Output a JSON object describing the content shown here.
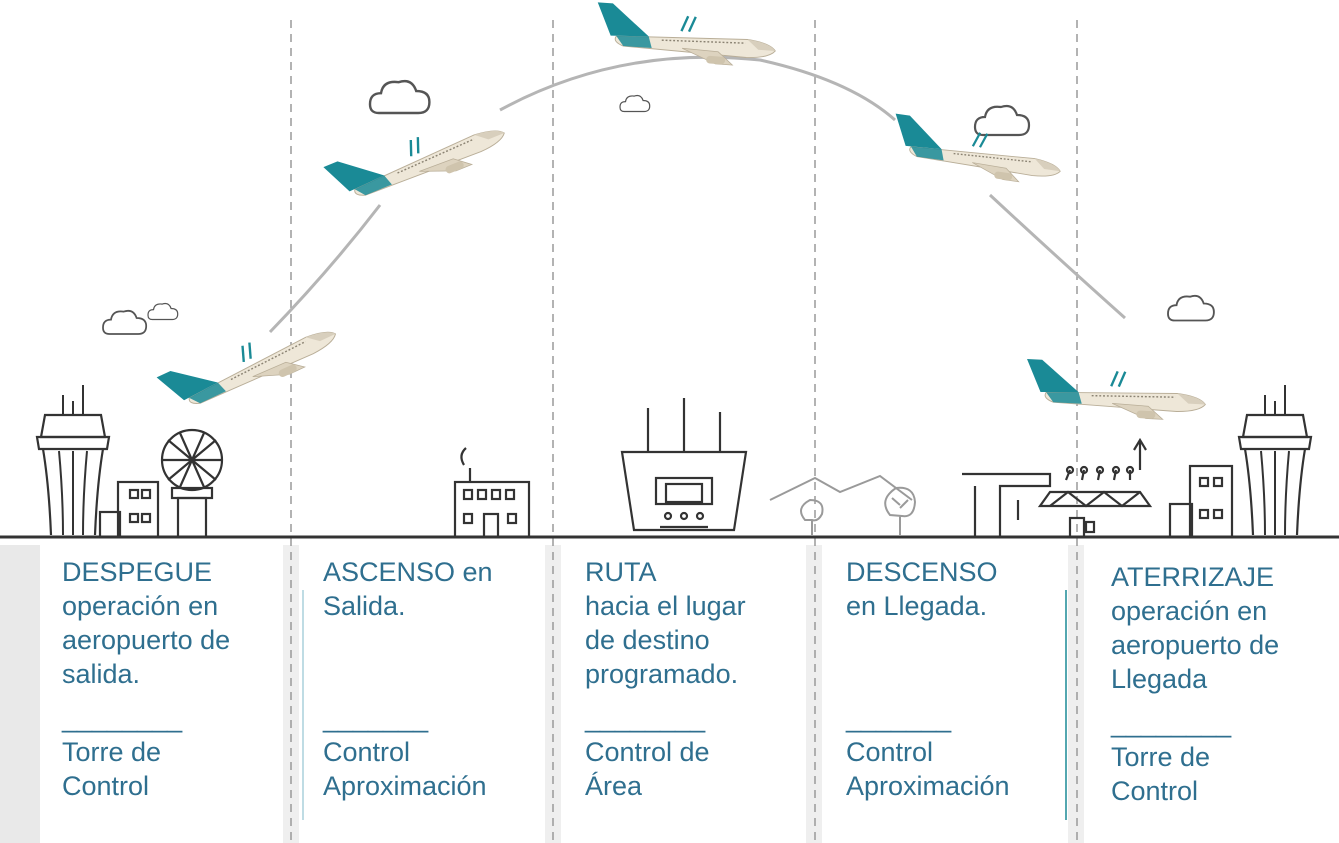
{
  "phases": [
    {
      "title": "DESPEGUE",
      "desc": [
        "operación en",
        "aeropuerto de",
        "salida."
      ],
      "rule": "________",
      "control": [
        "Torre de",
        "Control"
      ]
    },
    {
      "title": "ASCENSO en",
      "desc": [
        "Salida."
      ],
      "rule": "_______",
      "control": [
        "Control",
        "Aproximación"
      ]
    },
    {
      "title": "RUTA",
      "desc": [
        "hacia el lugar",
        "de destino",
        "programado."
      ],
      "rule": "________",
      "control": [
        "Control de",
        "Área"
      ]
    },
    {
      "title": "DESCENSO",
      "desc": [
        "en Llegada."
      ],
      "rule": "_______",
      "control": [
        "Control",
        "Aproximación"
      ]
    },
    {
      "title": "ATERRIZAJE",
      "desc": [
        "operación en",
        "aeropuerto de",
        "Llegada"
      ],
      "rule": "________",
      "control": [
        "Torre de",
        "Control"
      ]
    }
  ],
  "colors": {
    "text": "#2f6f8f",
    "line": "#b5b5b5",
    "ink": "#333333",
    "teal": "#1a8a96",
    "fuselage": "#eee7d8",
    "panel": "#e8e8e8"
  },
  "icons": [
    "control-tower-icon",
    "radar-dome-icon",
    "building-icon",
    "area-control-center-icon",
    "mountains-icon",
    "tree-icon",
    "terminal-icon",
    "cloud-icon",
    "airplane-icon"
  ]
}
